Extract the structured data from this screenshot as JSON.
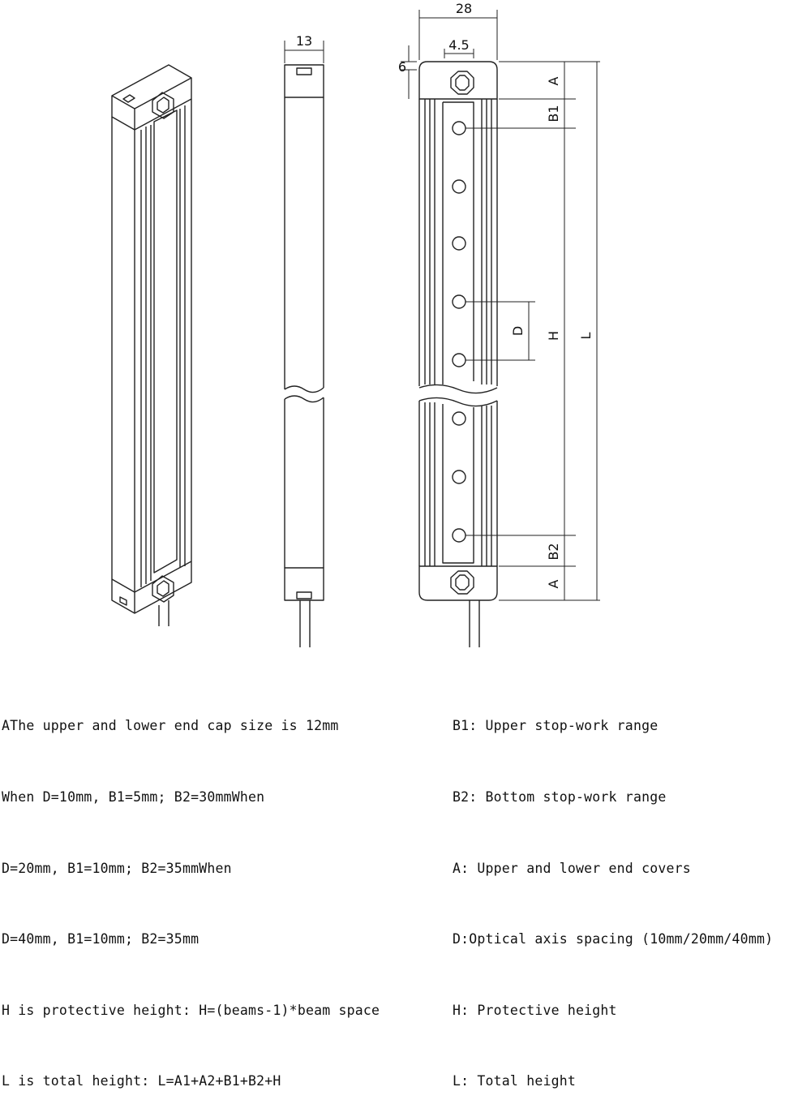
{
  "dimensions": {
    "front_width": "28",
    "side_width": "13",
    "hole_width": "4.5",
    "cap_offset": "6"
  },
  "labels": {
    "a_top": "A",
    "b1": "B1",
    "d": "D",
    "h": "H",
    "l": "L",
    "b2": "B2",
    "a_bottom": "A"
  },
  "notes_left": [
    "AThe upper and lower end cap size is 12mm",
    "When D=10mm, B1=5mm; B2=30mmWhen",
    "D=20mm, B1=10mm; B2=35mmWhen",
    "D=40mm, B1=10mm; B2=35mm",
    "H is protective height: H=(beams-1)*beam space",
    "L is total height: L=A1+A2+B1+B2+H"
  ],
  "notes_right": [
    "B1: Upper stop-work range",
    "B2: Bottom stop-work range",
    "A: Upper and lower end covers",
    "D:Optical axis spacing (10mm/20mm/40mm)",
    "H: Protective height",
    "L: Total height"
  ]
}
